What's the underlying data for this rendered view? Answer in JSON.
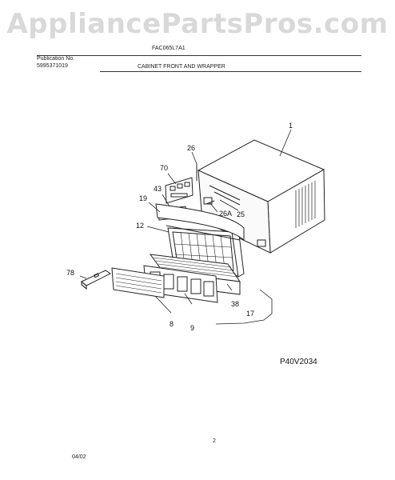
{
  "watermark": "AppliancePartsPros.com",
  "header": {
    "publication_label": "Publication No.",
    "publication_number": "5995371019",
    "model": "FAC065L7A1",
    "section_title": "CABINET FRONT AND WRAPPER"
  },
  "callouts": {
    "c1": "1",
    "c26": "26",
    "c70": "70",
    "c43": "43",
    "c19": "19",
    "c26a": "26A",
    "c25": "25",
    "c12": "12",
    "c78": "78",
    "c38": "38",
    "c17": "17",
    "c8": "8",
    "c9": "9"
  },
  "diagram_code": "P40V2034",
  "page_number": "2",
  "date": "04/02"
}
